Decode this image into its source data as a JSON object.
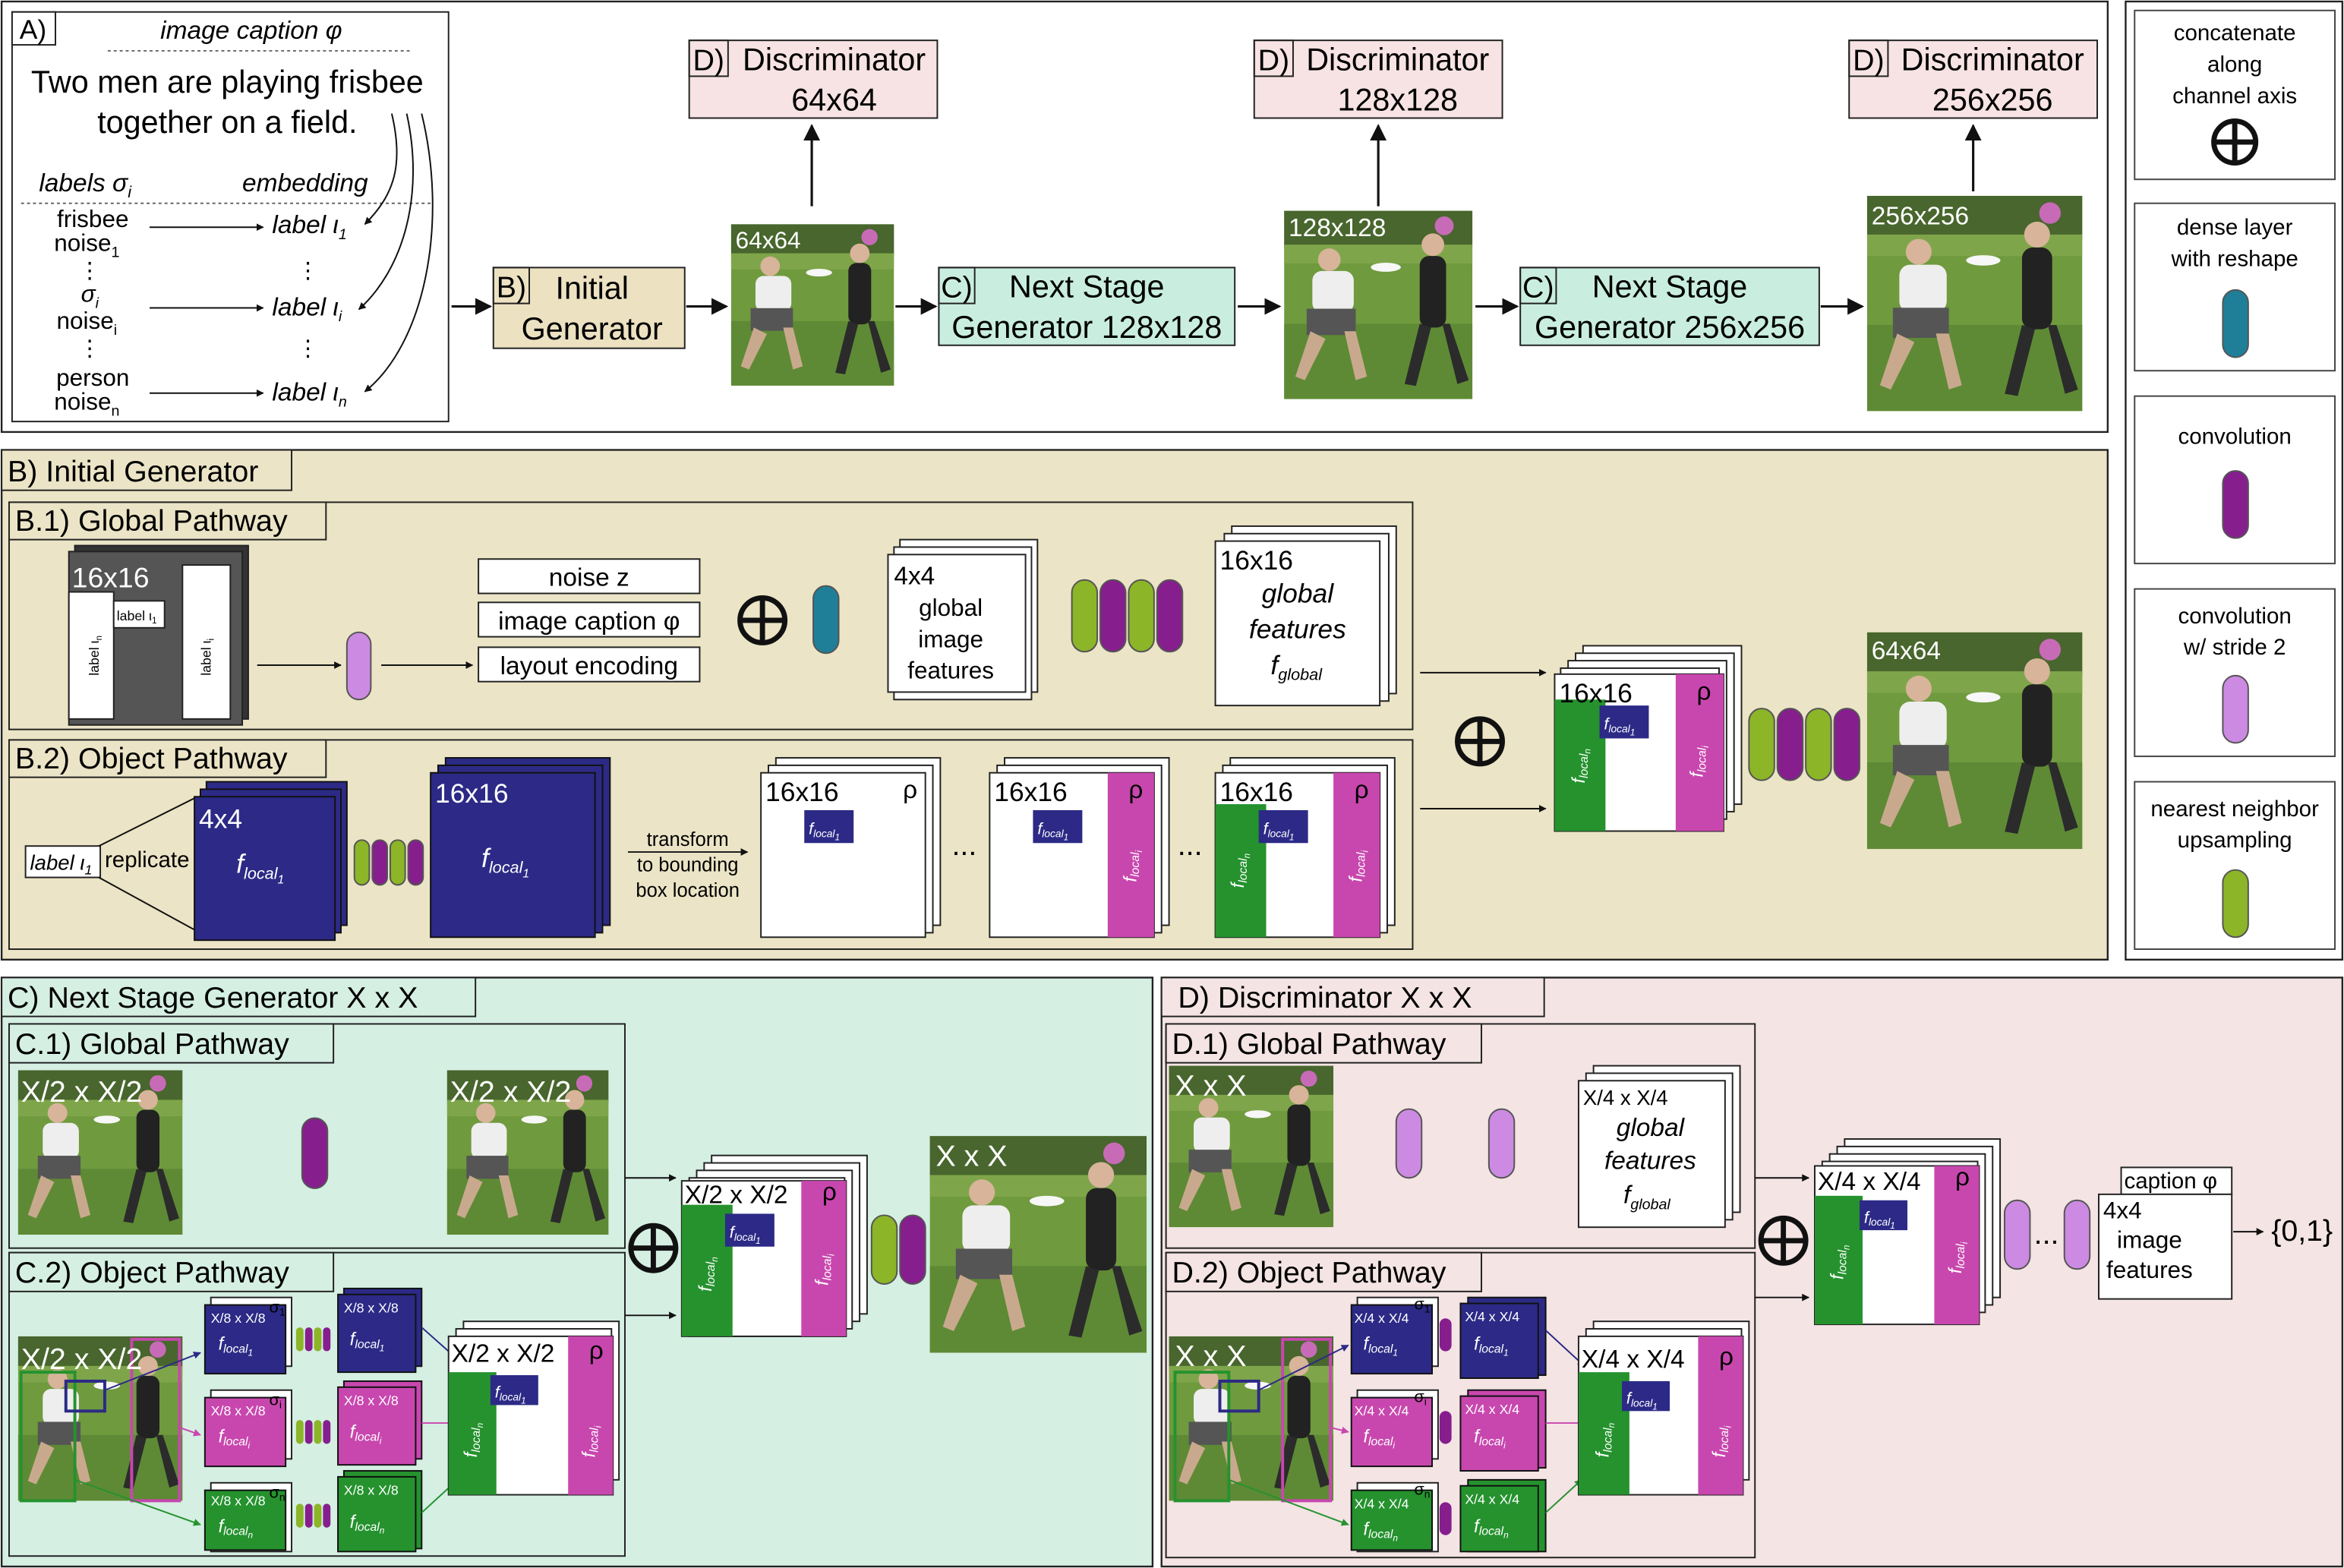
{
  "panelA": {
    "label": "A)",
    "caption_header": "image caption φ",
    "caption_text": [
      "Two men are playing frisbee",
      "together on a field."
    ],
    "labels_header": "labels σ",
    "labels_header_sub": "i",
    "embedding_header": "embedding",
    "items": [
      {
        "name": "frisbee",
        "noise": "noise",
        "noise_sub": "1",
        "label": "label ι",
        "label_sub": "1"
      },
      {
        "name": "σ",
        "name_sub": "i",
        "noise": "noise",
        "noise_sub": "i",
        "label": "label ι",
        "label_sub": "i"
      },
      {
        "name": "person",
        "noise": "noise",
        "noise_sub": "n",
        "label": "label ι",
        "label_sub": "n"
      }
    ],
    "vdots": "⋮"
  },
  "pipeline": {
    "initial_gen": {
      "letter": "B)",
      "line1": "Initial",
      "line2": "Generator"
    },
    "next_gen_128": {
      "letter": "C)",
      "line1": "Next Stage",
      "line2": "Generator 128x128"
    },
    "next_gen_256": {
      "letter": "C)",
      "line1": "Next Stage",
      "line2": "Generator 256x256"
    },
    "disc_64": {
      "letter": "D)",
      "line1": "Discriminator",
      "line2": "64x64"
    },
    "disc_128": {
      "letter": "D)",
      "line1": "Discriminator",
      "line2": "128x128"
    },
    "disc_256": {
      "letter": "D)",
      "line1": "Discriminator",
      "line2": "256x256"
    },
    "img_64": "64x64",
    "img_128": "128x128",
    "img_256": "256x256"
  },
  "legend": {
    "concat": [
      "concatenate",
      "along",
      "channel axis"
    ],
    "dense": [
      "dense layer",
      "with reshape"
    ],
    "conv": [
      "convolution"
    ],
    "conv_stride": [
      "convolution",
      "w/ stride 2"
    ],
    "upsample": [
      "nearest neighbor",
      "upsampling"
    ]
  },
  "panelB": {
    "title": "B) Initial Generator",
    "global_title": "B.1) Global Pathway",
    "object_title": "B.2) Object Pathway",
    "layout_size": "16x16",
    "layout_labels": [
      "label ι",
      "label ι",
      "label ι"
    ],
    "layout_subs": [
      "n",
      "1",
      "i"
    ],
    "inputs": [
      "noise z",
      "image caption φ",
      "layout encoding"
    ],
    "feat4": [
      "4x4",
      "global",
      "image",
      "features"
    ],
    "feat16": [
      "16x16",
      "global",
      "features",
      "f"
    ],
    "feat16_sub": "global",
    "out": "64x64",
    "concat_size": "16x16",
    "rho": "ρ",
    "obj_label": "label ι",
    "obj_label_sub": "1",
    "replicate": "replicate",
    "local4": "4x4",
    "local16": "16x16",
    "f": "f",
    "local_sub": "local",
    "transform": [
      "transform",
      "to bounding",
      "box location"
    ],
    "dots": "...",
    "sub1": "1",
    "subi": "i",
    "subn": "n"
  },
  "panelC": {
    "title": "C) Next Stage Generator X x X",
    "global_title": "C.1) Global Pathway",
    "object_title": "C.2) Object Pathway",
    "half": "X/2 x X/2",
    "full": "X x X",
    "eighth": "X/8 x X/8",
    "sigma1": "σ",
    "sub1": "1",
    "subi": "i",
    "subn": "n"
  },
  "panelD": {
    "title": "D) Discriminator X x X",
    "global_title": "D.1) Global Pathway",
    "object_title": "D.2) Object Pathway",
    "full": "X x X",
    "quarter": "X/4 x X/4",
    "feat": [
      "X/4 x X/4",
      "global",
      "features",
      "f"
    ],
    "feat_sub": "global",
    "caption": "caption φ",
    "img4": [
      "4x4",
      "image",
      "features"
    ],
    "output": "{0,1}",
    "dots": "..."
  },
  "colors": {
    "panelA": "#ffffff",
    "panelB": "#ebe4c6",
    "panelC": "#d5efe3",
    "panelD": "#f4e4e4",
    "genBox": "#ece1c1",
    "nextBox": "#c9eee0",
    "discBox": "#f7e3e3",
    "navy": "#2c2a86",
    "green": "#25922e",
    "magenta": "#c847ae",
    "teal": "#1f7f99",
    "purple": "#861e8e",
    "lilac": "#cc8ae2",
    "olive": "#8cb528"
  },
  "icons": [
    "concat-icon",
    "dense-layer-icon",
    "convolution-icon",
    "stride-conv-icon",
    "upsample-icon",
    "photo-icon"
  ]
}
